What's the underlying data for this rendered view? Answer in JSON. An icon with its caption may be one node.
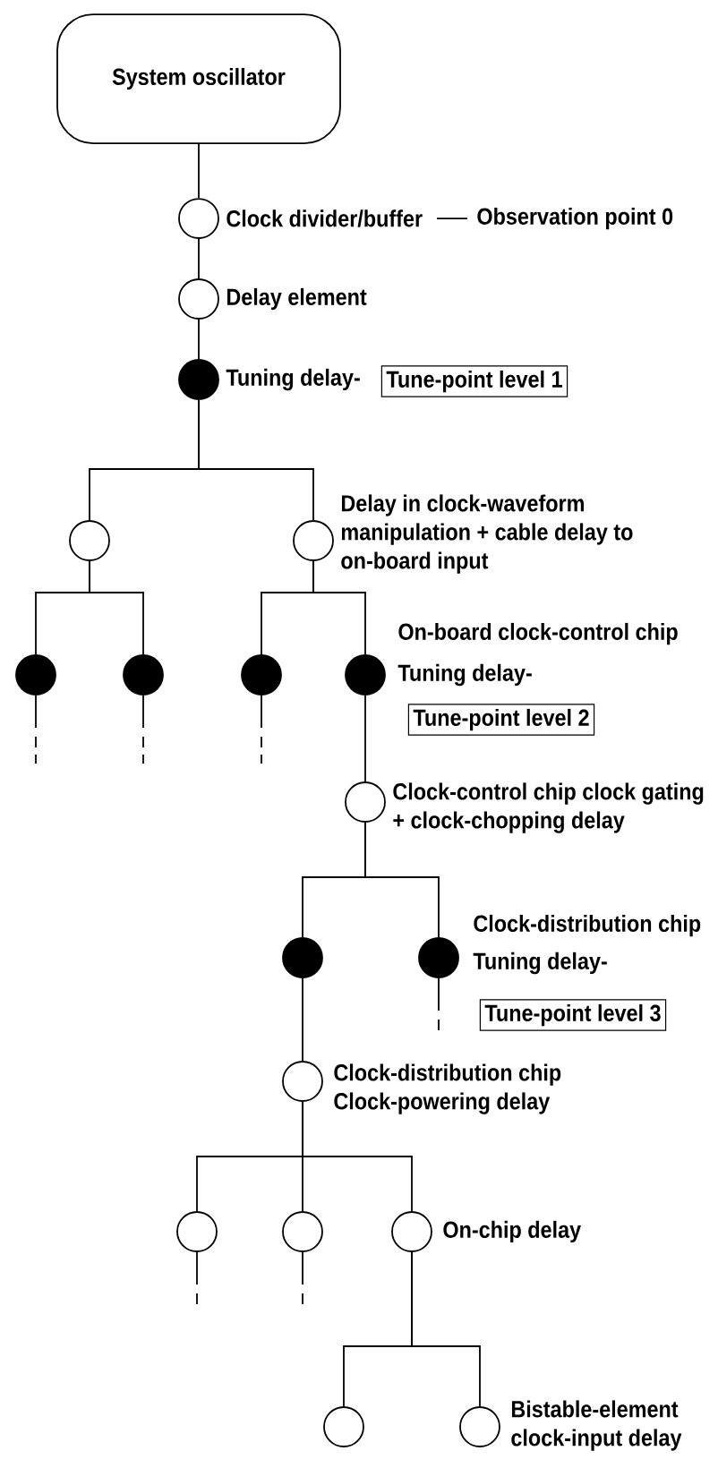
{
  "diagram": {
    "nodes": [
      {
        "text": [
          "System oscillator"
        ]
      },
      {
        "text": [],
        "shape": "circle",
        "beside": [
          "Clock divider/buffer",
          "Observation point 0"
        ]
      },
      {
        "text": [],
        "shape": "circle",
        "beside": [
          "Delay element"
        ]
      },
      {
        "text": [],
        "shape": "dot",
        "beside": [
          "Tuning delay-"
        ]
      },
      {
        "text": [
          "Tune-point  level 1"
        ]
      },
      {
        "text": [],
        "shape": "circle"
      },
      {
        "text": [],
        "shape": "circle",
        "beside": [
          "Delay in clock-waveform manipulation + cable delay to on-board input"
        ]
      },
      {
        "text": [],
        "shape": "dot"
      },
      {
        "text": [],
        "shape": "dot"
      },
      {
        "text": [],
        "shape": "dot"
      },
      {
        "text": [],
        "shape": "dot",
        "beside": [
          "On-board clock-control chip",
          "Tuning delay-"
        ]
      },
      {
        "text": [
          "Tune-point  level 2"
        ]
      },
      {
        "text": [],
        "shape": "circle",
        "beside": [
          "Clock-control chip clock gating + clock-chopping delay"
        ]
      },
      {
        "text": [],
        "shape": "dot"
      },
      {
        "text": [],
        "shape": "dot",
        "beside": [
          "Clock-distribution chip",
          "Tuning delay-"
        ]
      },
      {
        "text": [
          "Tune-point  level 3"
        ]
      },
      {
        "text": [],
        "shape": "circle",
        "beside": [
          "Clock-distribution chip Clock-powering delay"
        ]
      },
      {
        "text": [],
        "shape": "circle"
      },
      {
        "text": [],
        "shape": "circle"
      },
      {
        "text": [],
        "shape": "circle",
        "beside": [
          "On-chip delay"
        ]
      },
      {
        "text": [],
        "shape": "circle"
      },
      {
        "text": [],
        "shape": "circle",
        "beside": [
          "Bistable-element clock-input delay"
        ]
      }
    ],
    "edges": [
      {
        "from": 0,
        "to": 1,
        "arrow": "none"
      },
      {
        "from": 1,
        "to": 2,
        "arrow": "none"
      },
      {
        "from": 2,
        "to": 3,
        "arrow": "none"
      },
      {
        "from": 3,
        "to": 5,
        "arrow": "none"
      },
      {
        "from": 3,
        "to": 6,
        "arrow": "none"
      },
      {
        "from": 5,
        "to": 7,
        "arrow": "none"
      },
      {
        "from": 5,
        "to": 8,
        "arrow": "none"
      },
      {
        "from": 6,
        "to": 9,
        "arrow": "none"
      },
      {
        "from": 6,
        "to": 10,
        "arrow": "none"
      },
      {
        "from": 10,
        "to": 12,
        "arrow": "none"
      },
      {
        "from": 12,
        "to": 13,
        "arrow": "none"
      },
      {
        "from": 12,
        "to": 14,
        "arrow": "none"
      },
      {
        "from": 13,
        "to": 16,
        "arrow": "none"
      },
      {
        "from": 16,
        "to": 17,
        "arrow": "none"
      },
      {
        "from": 16,
        "to": 18,
        "arrow": "none"
      },
      {
        "from": 16,
        "to": 19,
        "arrow": "none"
      },
      {
        "from": 19,
        "to": 20,
        "arrow": "none"
      },
      {
        "from": 19,
        "to": 21,
        "arrow": "none"
      },
      {
        "from": 7,
        "to": null,
        "arrow": "none",
        "style": "dashed"
      },
      {
        "from": 8,
        "to": null,
        "arrow": "none",
        "style": "dashed"
      },
      {
        "from": 9,
        "to": null,
        "arrow": "none",
        "style": "dashed"
      },
      {
        "from": 14,
        "to": null,
        "arrow": "none",
        "style": "dashed"
      },
      {
        "from": 17,
        "to": null,
        "arrow": "none",
        "style": "dashed"
      },
      {
        "from": 18,
        "to": null,
        "arrow": "none",
        "style": "dashed"
      }
    ]
  }
}
